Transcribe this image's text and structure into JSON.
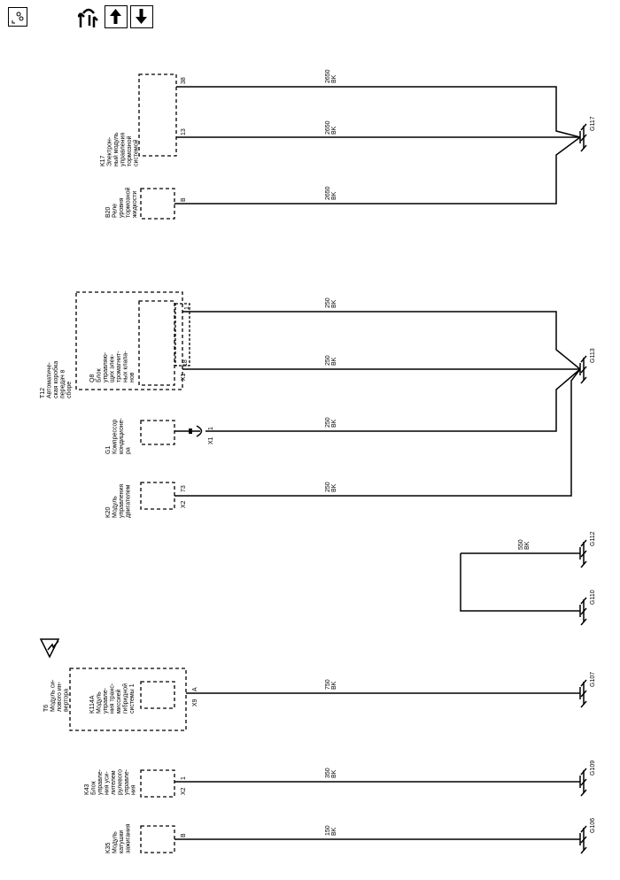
{
  "toolbar": {
    "legend_icon": "legend-icon",
    "navigate_icon": "navigate-icon",
    "up_icon": "arrow-up-icon",
    "down_icon": "arrow-down-icon"
  },
  "components": [
    {
      "ref": "K17",
      "lines": [
        "Электрон-",
        "ный модуль",
        "управления",
        "тормозной",
        "системой"
      ]
    },
    {
      "ref": "B20",
      "lines": [
        "Реле",
        "уровня",
        "тормозной",
        "жидкости"
      ]
    },
    {
      "ref": "T12",
      "lines": [
        "Автоматиче-",
        "ская коробка",
        "передач в",
        "сборе"
      ]
    },
    {
      "ref": "Q8",
      "lines": [
        "Блок",
        "управляю-",
        "щих элек-",
        "тромагнит-",
        "ных клапа-",
        "нов"
      ]
    },
    {
      "ref": "G1",
      "lines": [
        "Компрессор",
        "кондиционе-",
        "ра"
      ]
    },
    {
      "ref": "K20",
      "lines": [
        "Модуль",
        "управления",
        "двигателем"
      ]
    },
    {
      "ref": "T6",
      "lines": [
        "Модуль си-",
        "лового ин-",
        "вертора"
      ]
    },
    {
      "ref": "K114A",
      "lines": [
        "Модуль",
        "управле-",
        "ния транс-",
        "миссией",
        "гибридной",
        "системы 1"
      ]
    },
    {
      "ref": "K43",
      "lines": [
        "Блок",
        "управле-",
        "ния уси-",
        "лителем",
        "рулевого",
        "управле-",
        "ния"
      ]
    },
    {
      "ref": "K35",
      "lines": [
        "Модуль",
        "катушки",
        "зажигания"
      ]
    }
  ],
  "pins": [
    "38",
    "13",
    "B",
    "1",
    "18",
    "1",
    "73",
    "A",
    "1",
    "B"
  ],
  "connectors": [
    "X1",
    "X1",
    "X2",
    "X9",
    "X2"
  ],
  "wires": [
    {
      "circuit": "2650",
      "color": "BK"
    },
    {
      "circuit": "2650",
      "color": "BK"
    },
    {
      "circuit": "2650",
      "color": "BK"
    },
    {
      "circuit": "250",
      "color": "BK"
    },
    {
      "circuit": "250",
      "color": "BK"
    },
    {
      "circuit": "250",
      "color": "BK"
    },
    {
      "circuit": "250",
      "color": "BK"
    },
    {
      "circuit": "550",
      "color": "BK"
    },
    {
      "circuit": "750",
      "color": "BK"
    },
    {
      "circuit": "350",
      "color": "BK"
    },
    {
      "circuit": "150",
      "color": "BK"
    }
  ],
  "grounds": [
    "G117",
    "G113",
    "G112",
    "G110",
    "G107",
    "G109",
    "G106"
  ],
  "warning_icon": "high-voltage-warning-icon"
}
